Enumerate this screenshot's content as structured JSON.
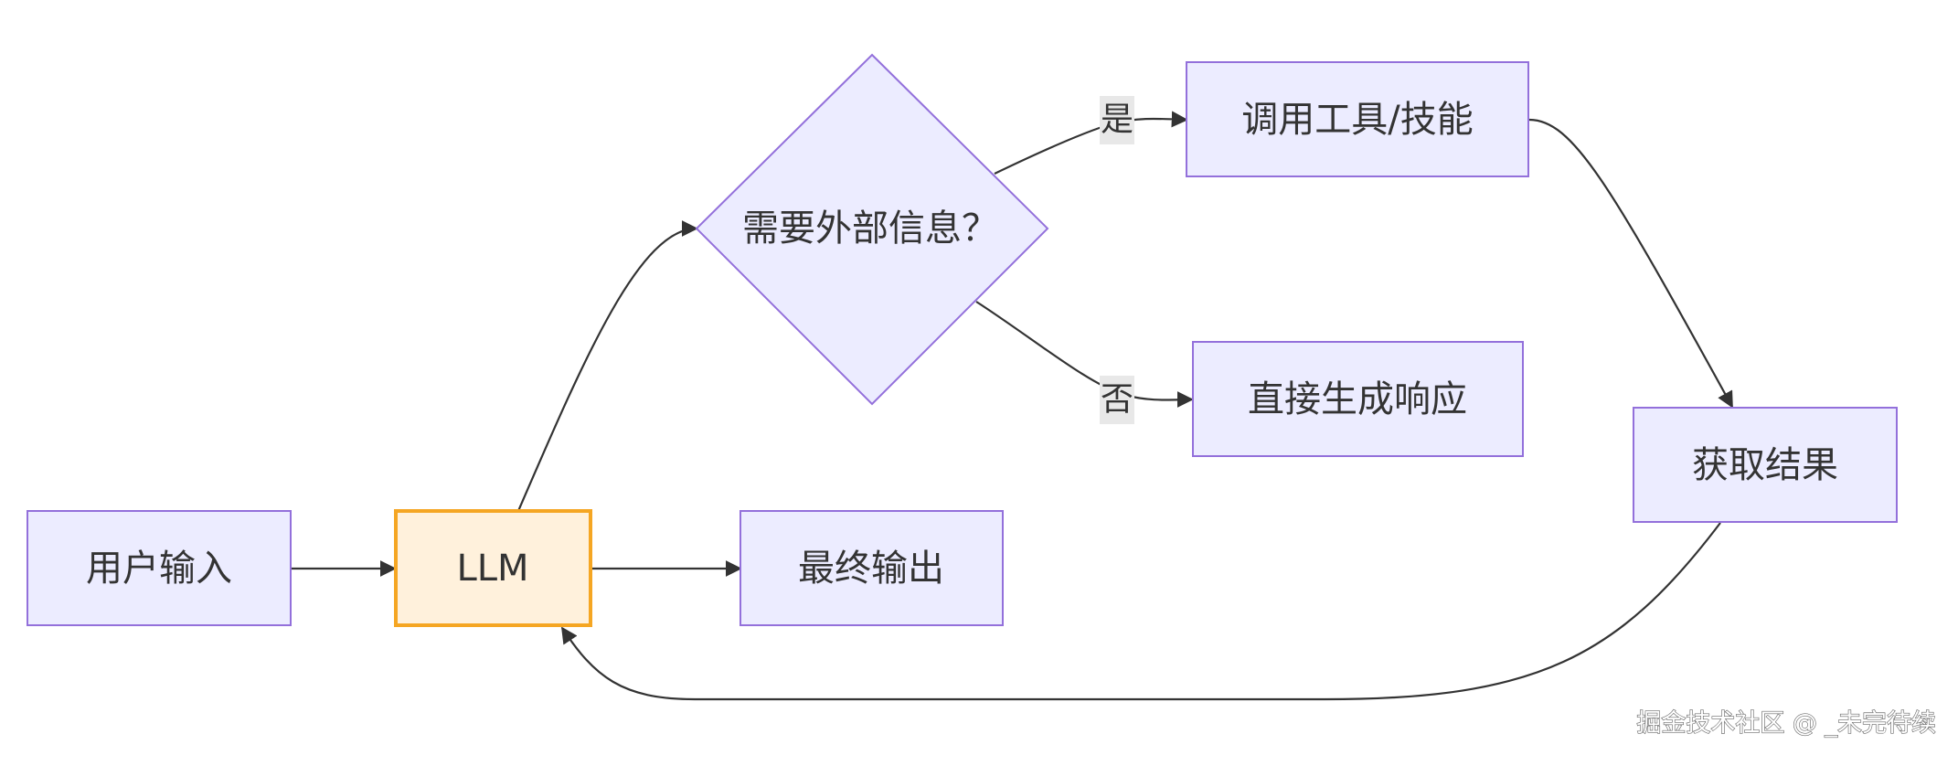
{
  "nodes": {
    "user_input": "用户输入",
    "llm": "LLM",
    "final_output": "最终输出",
    "need_external": "需要外部信息？",
    "call_tool": "调用工具/技能",
    "direct_response": "直接生成响应",
    "get_result": "获取结果"
  },
  "edges": {
    "yes_label": "是",
    "no_label": "否"
  },
  "watermark": "掘金技术社区 @ _未完待续",
  "colors": {
    "node_fill": "#ececff",
    "node_stroke": "#9370db",
    "llm_fill": "#fff1dc",
    "llm_stroke": "#f5a623",
    "edge": "#333333",
    "edge_label_bg": "#e8e8e8",
    "text": "#333333"
  }
}
